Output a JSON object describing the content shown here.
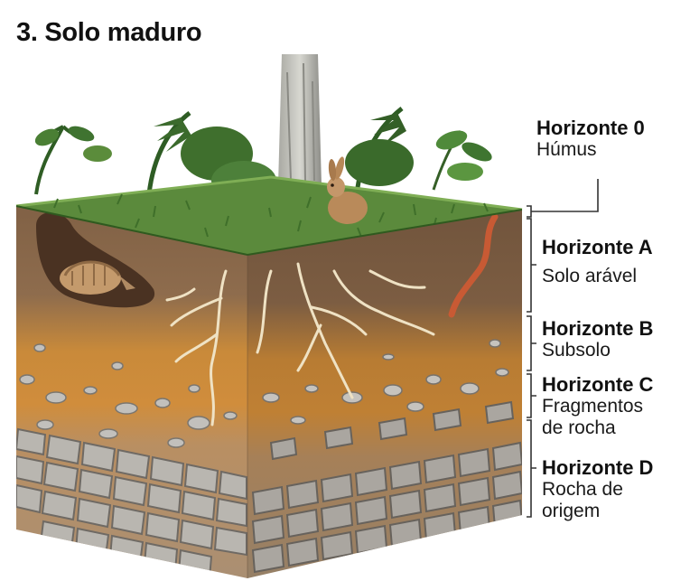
{
  "title": "3. Solo maduro",
  "horizons": [
    {
      "name": "Horizonte 0",
      "description": "Húmus"
    },
    {
      "name": "Horizonte A",
      "description": "Solo arável"
    },
    {
      "name": "Horizonte B",
      "description": "Subsolo"
    },
    {
      "name": "Horizonte C",
      "description": "Fragmentos\nde rocha"
    },
    {
      "name": "Horizonte D",
      "description": "Rocha de\norigem"
    }
  ],
  "colors": {
    "humus": "#3e6b2a",
    "horizon_a": "#8a6a4e",
    "horizon_b": "#c7832f",
    "horizon_c": "#b68a5a",
    "horizon_d": "#9f9a94"
  }
}
